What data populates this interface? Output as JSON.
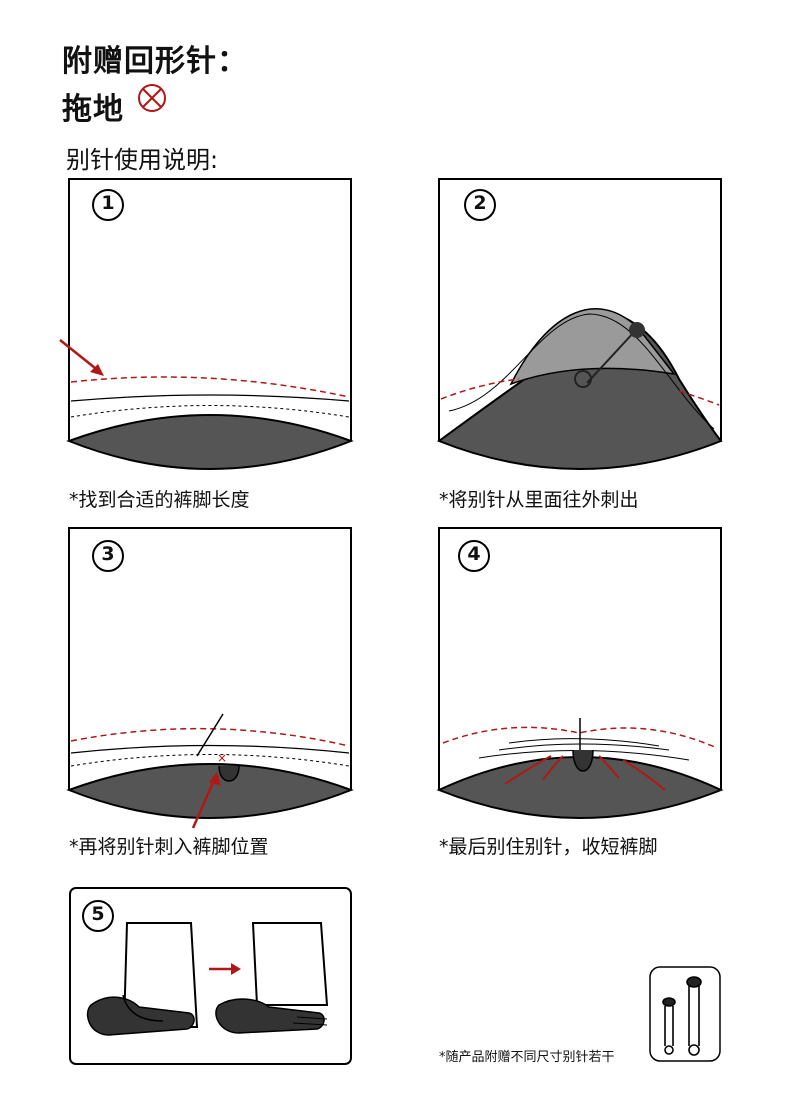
{
  "title_line1": "附赠回形针：",
  "title_line2": "拖地",
  "subtitle": "别针使用说明:",
  "steps": [
    {
      "num": "1",
      "caption": "*找到合适的裤脚长度"
    },
    {
      "num": "2",
      "caption": "*将别针从里面往外刺出"
    },
    {
      "num": "3",
      "caption": "*再将别针刺入裤脚位置"
    },
    {
      "num": "4",
      "caption": "*最后别住别针，收短裤脚"
    },
    {
      "num": "5",
      "caption": ""
    }
  ],
  "footnote": "*随产品附赠不同尺寸别针若干",
  "colors": {
    "accent": "#b01818",
    "fabric_dark": "#555555",
    "fabric_mid": "#9a9a9a"
  },
  "icons": [
    "cross-circle-icon",
    "safety-pin-icon",
    "arrow-icon"
  ]
}
